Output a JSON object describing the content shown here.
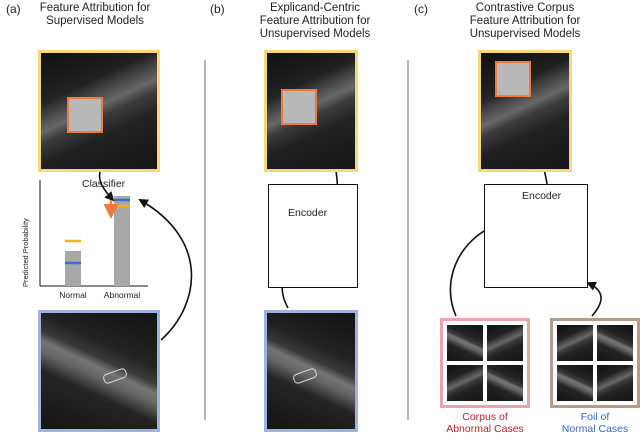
{
  "panels": [
    {
      "letter": "(a)",
      "title_line1": "Feature Attribution for",
      "title_line2": "Supervised Models",
      "model_label": "Classifier",
      "y_axis_label": "Predicted Probability",
      "categories": [
        "Normal",
        "Abnormal"
      ]
    },
    {
      "letter": "(b)",
      "title_line1": "Explicand-Centric",
      "title_line2": "Feature Attribution for",
      "title_line3": "Unsupervised Models",
      "model_label": "Encoder"
    },
    {
      "letter": "(c)",
      "title_line1": "Contrastive Corpus",
      "title_line2": "Feature Attribution for",
      "title_line3": "Unsupervised Models",
      "model_label": "Encoder",
      "corpus_line1": "Corpus of",
      "corpus_line2": "Abnormal Cases",
      "foil_line1": "Foil of",
      "foil_line2": "Normal Cases"
    }
  ],
  "colors": {
    "explicand_frame": "#f7d777",
    "foil_frame": "#9db4e0",
    "corpus_frame": "#e9a4ab",
    "foil_tiles_frame": "#b89b87",
    "patch_border": "#f07a3c",
    "corpus_text": "#c0202a",
    "foil_text": "#3a64c8",
    "explicand_dot": "#f2b21f",
    "foil_dot": "#3a6fd0",
    "corpus_dot": "#d12a1c",
    "foil_cluster_dot": "#8b3a12",
    "bar_gray": "#a8a8a8"
  },
  "chart_data": {
    "type": "bar",
    "categories": [
      "Normal",
      "Abnormal"
    ],
    "values": [
      0.35,
      0.9
    ],
    "ylabel": "Predicted Probability",
    "ylim": [
      0,
      1
    ],
    "markers": {
      "yellow": [
        0.45,
        0.8
      ],
      "blue": [
        0.23,
        0.86
      ]
    }
  }
}
